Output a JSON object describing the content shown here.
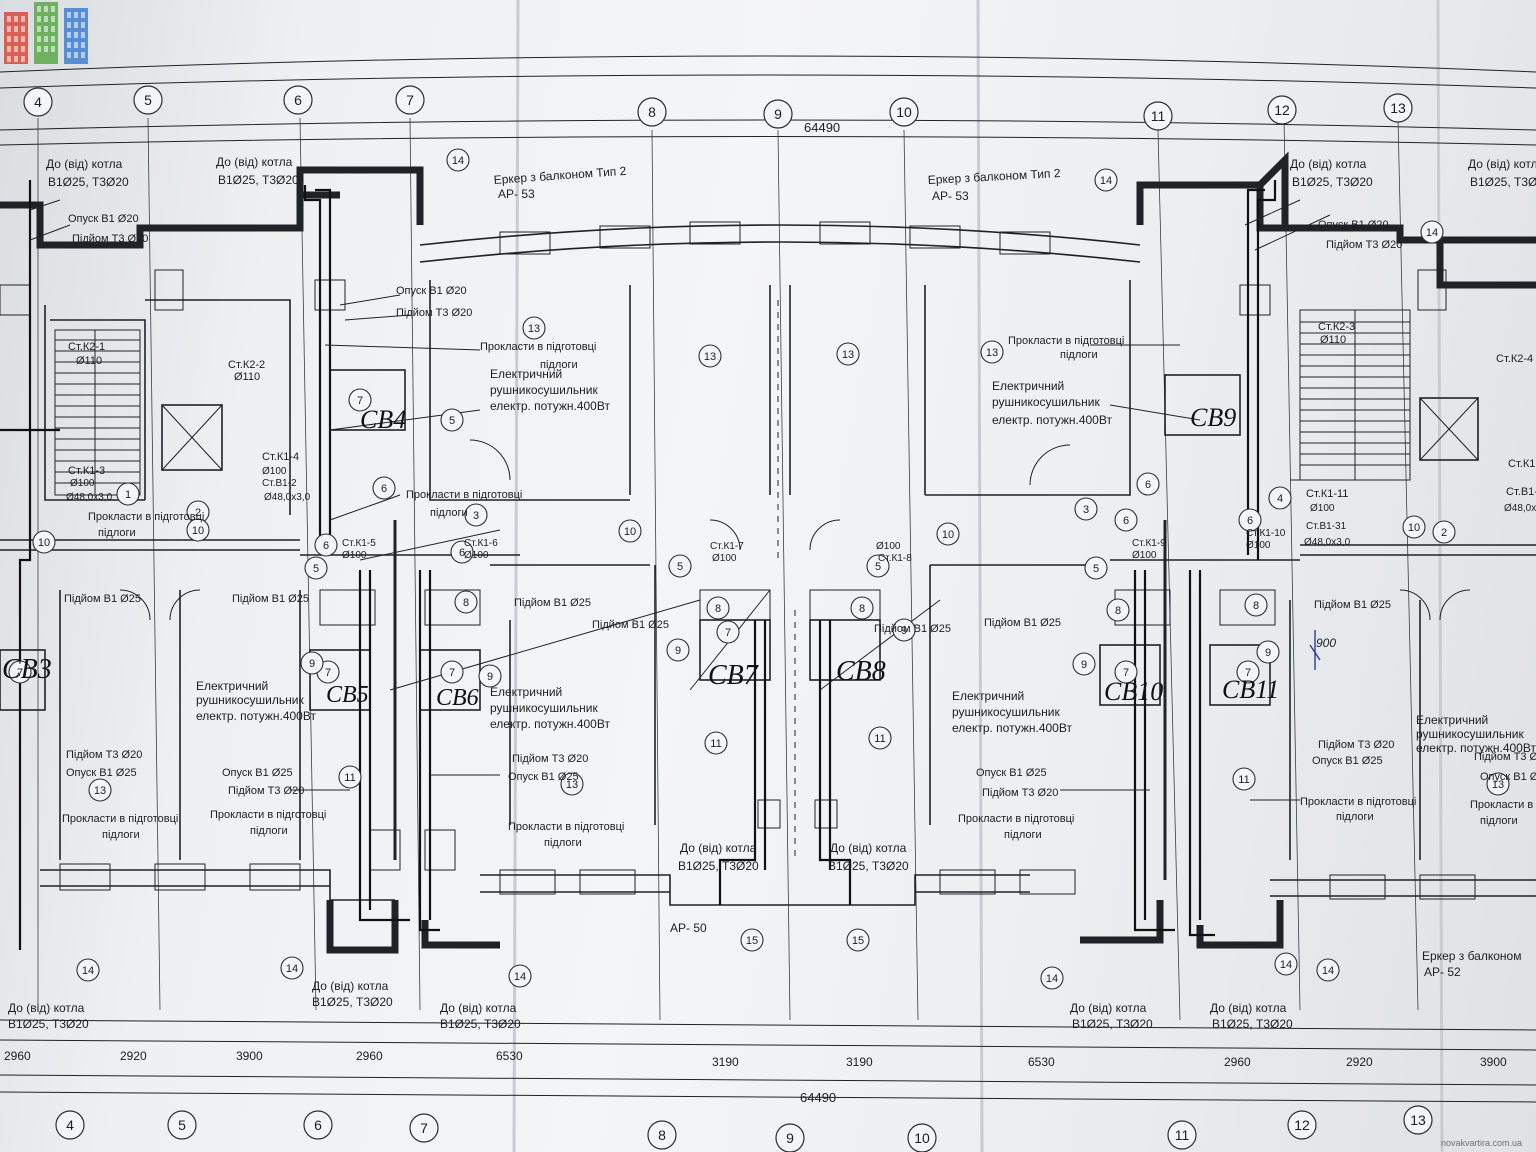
{
  "dimensions": {
    "overall": "64490",
    "bottom": [
      "2960",
      "2920",
      "3900",
      "2960",
      "6530",
      "3190",
      "3190",
      "6530",
      "2960",
      "2920",
      "3900"
    ]
  },
  "axes": [
    "4",
    "5",
    "6",
    "7",
    "8",
    "9",
    "10",
    "11",
    "12",
    "13"
  ],
  "risers": [
    "Ст.К2-1",
    "Ø110",
    "Ст.К2-2",
    "Ø110",
    "Ст.К2-3",
    "Ø110",
    "Ст.К2-4",
    "Ст.К1-4",
    "Ø100",
    "Ст.В1-2",
    "Ø48,0х3,0",
    "Ст.К1-3",
    "Ø100",
    "Ø48,0х3,0",
    "Ст.К1-5",
    "Ø100",
    "Ст.К1-6",
    "Ø100",
    "Ст.К1-7",
    "Ø100",
    "Ст.К1-8",
    "Ø100",
    "Ст.К1-9",
    "Ø100",
    "Ст.К1-10",
    "Ø100",
    "Ст.К1-11",
    "Ø100",
    "Ст.В1-31",
    "Ø48,0х3,0",
    "Ст.К1",
    "Ст.В1-",
    "Ø48,0х3"
  ],
  "labels": {
    "boiler": "До (від) котла",
    "boiler_pipes": "В1Ø25, Т3Ø20",
    "lower_b1": "Опуск В1 Ø20",
    "raise_t3": "Підйом Т3 Ø20",
    "raise_b1": "Підйом В1 Ø25",
    "raise_t3_20": "Підйом Т3 Ø20",
    "lower_b1_25": "Опуск В1 Ø25",
    "lay_1": "Прокласти в підготовці",
    "lay_2": "підлоги",
    "heater_1": "Електричний",
    "heater_2": "рушникосушильник",
    "heater_3": "електр. потужн.400Вт",
    "bay": "Еркер з балконом Тип 2",
    "bay_right": "Еркер з балконом",
    "ap53": "АР- 53",
    "ap50": "АР- 50",
    "ap52": "АР- 52",
    "handwritten": "900"
  },
  "cv_units": [
    "CB3",
    "CB4",
    "CB5",
    "CB6",
    "CB7",
    "CB8",
    "CB9",
    "CB10",
    "CB11"
  ],
  "rooms": [
    "1",
    "2",
    "3",
    "4",
    "5",
    "6",
    "7",
    "8",
    "9",
    "10",
    "11",
    "13",
    "14",
    "15"
  ],
  "watermark": "novakvartira.com.ua",
  "watermark_colors": [
    "#d94a3d",
    "#5aa84a",
    "#3f7fd0"
  ]
}
